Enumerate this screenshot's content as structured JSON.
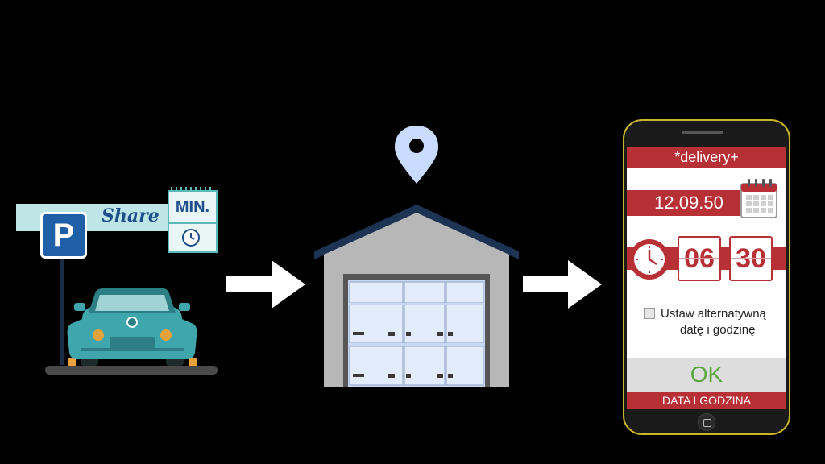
{
  "parking": {
    "share_label": "Share",
    "sign_label": "P",
    "card_label": "MIN."
  },
  "phone": {
    "header_title": "*delivery+",
    "date_value": "12.09.50",
    "hours_value": "06",
    "minutes_value": "30",
    "alt_option_line1": "Ustaw alternatywną",
    "alt_option_line2": "datę i godzinę",
    "ok_label": "OK",
    "footer_label": "DATA I GODZINA"
  },
  "colors": {
    "accent_red": "#b73035",
    "ok_green": "#5aa63d",
    "location_pin": "#c9dcff",
    "car_teal": "#3ea6ac"
  },
  "icons": [
    "parking-sign-icon",
    "calendar-icon",
    "clock-icon",
    "location-pin-icon",
    "car-icon",
    "warehouse-icon",
    "arrow-right-icon"
  ]
}
